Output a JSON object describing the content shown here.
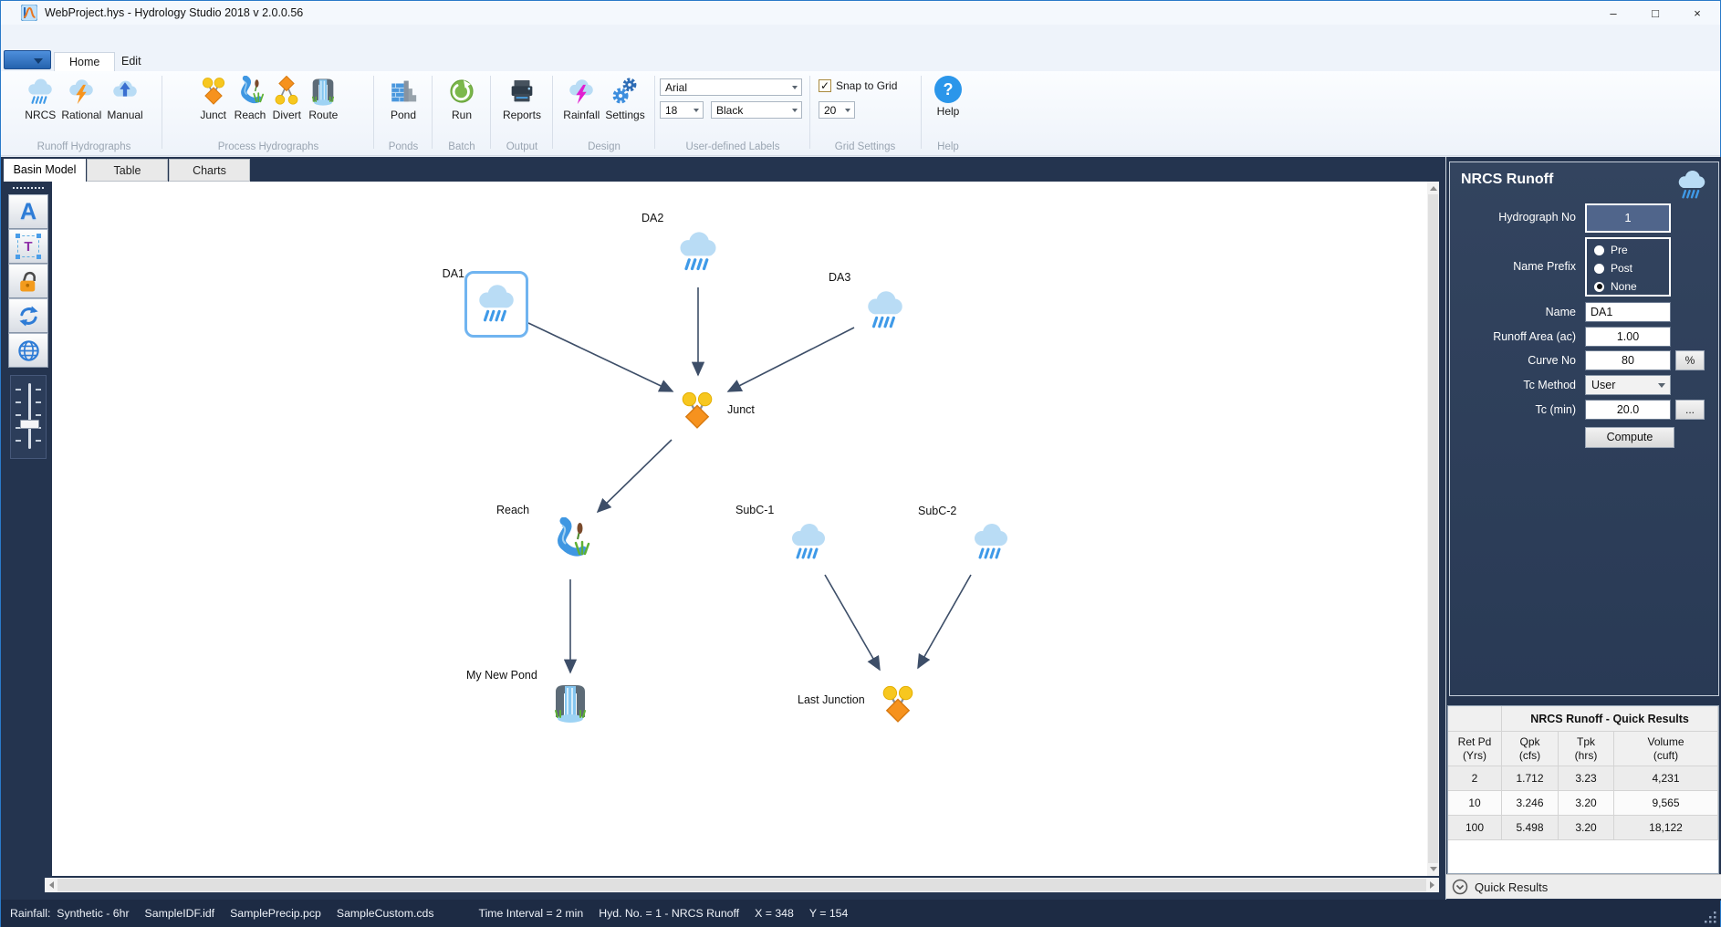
{
  "window": {
    "title": "WebProject.hys - Hydrology Studio 2018 v 2.0.0.56",
    "controls": {
      "minimize": "–",
      "maximize": "□",
      "close": "×"
    }
  },
  "ribbon": {
    "tabs": [
      {
        "label": "Home"
      },
      {
        "label": "Edit"
      }
    ],
    "groups": [
      {
        "label": "Runoff Hydrographs",
        "buttons": [
          {
            "label": "NRCS",
            "icon": "rain-cloud-icon"
          },
          {
            "label": "Rational",
            "icon": "lightning-cloud-icon"
          },
          {
            "label": "Manual",
            "icon": "arrow-up-cloud-icon"
          }
        ]
      },
      {
        "label": "Process Hydrographs",
        "buttons": [
          {
            "label": "Junct",
            "icon": "junction-icon"
          },
          {
            "label": "Reach",
            "icon": "stream-icon"
          },
          {
            "label": "Divert",
            "icon": "divert-icon"
          },
          {
            "label": "Route",
            "icon": "waterfall-icon"
          }
        ]
      },
      {
        "label": "Ponds",
        "buttons": [
          {
            "label": "Pond",
            "icon": "dam-icon"
          }
        ]
      },
      {
        "label": "Batch",
        "buttons": [
          {
            "label": "Run",
            "icon": "run-icon"
          }
        ]
      },
      {
        "label": "Output",
        "buttons": [
          {
            "label": "Reports",
            "icon": "printer-icon"
          }
        ]
      },
      {
        "label": "Design",
        "buttons": [
          {
            "label": "Rainfall",
            "icon": "rainfall-bolt-cloud-icon"
          },
          {
            "label": "Settings",
            "icon": "gears-icon"
          }
        ]
      }
    ],
    "labels_group": {
      "label": "User-defined Labels",
      "font_family": "Arial",
      "font_size": "18",
      "font_color": "Black"
    },
    "grid_group": {
      "label": "Grid Settings",
      "snap_label": "Snap to Grid",
      "snap_checked": true,
      "check_glyph": "✓",
      "grid_size": "20"
    },
    "help_group": {
      "label": "Help",
      "button_label": "Help",
      "icon_glyph": "?"
    }
  },
  "toolbar": {
    "label_tool_glyph": "A",
    "text_tool_glyph": "T"
  },
  "doc_tabs": [
    {
      "label": "Basin Model"
    },
    {
      "label": "Table"
    },
    {
      "label": "Charts"
    }
  ],
  "canvas": {
    "nodes": {
      "da1": {
        "label": "DA1",
        "selected": true
      },
      "da2": {
        "label": "DA2"
      },
      "da3": {
        "label": "DA3"
      },
      "junct": {
        "label": "Junct"
      },
      "reach": {
        "label": "Reach"
      },
      "subc1": {
        "label": "SubC-1"
      },
      "subc2": {
        "label": "SubC-2"
      },
      "pond": {
        "label": "My New Pond"
      },
      "last_junction": {
        "label": "Last Junction"
      }
    }
  },
  "properties": {
    "title": "NRCS Runoff",
    "hydrograph_no": {
      "label": "Hydrograph No",
      "value": "1"
    },
    "name_prefix": {
      "label": "Name Prefix",
      "options": [
        {
          "label": "Pre",
          "selected": false
        },
        {
          "label": "Post",
          "selected": false
        },
        {
          "label": "None",
          "selected": true
        }
      ]
    },
    "name": {
      "label": "Name",
      "value": "DA1"
    },
    "runoff_area": {
      "label": "Runoff Area (ac)",
      "value": "1.00"
    },
    "curve_no": {
      "label": "Curve No",
      "value": "80",
      "button": "%"
    },
    "tc_method": {
      "label": "Tc Method",
      "value": "User"
    },
    "tc_min": {
      "label": "Tc (min)",
      "value": "20.0",
      "button": "..."
    },
    "compute_label": "Compute"
  },
  "quick_results": {
    "title": "NRCS Runoff - Quick Results",
    "columns": [
      [
        "Ret Pd",
        "(Yrs)"
      ],
      [
        "Qpk",
        "(cfs)"
      ],
      [
        "Tpk",
        "(hrs)"
      ],
      [
        "Volume",
        "(cuft)"
      ]
    ],
    "rows": [
      [
        "2",
        "1.712",
        "3.23",
        "4,231"
      ],
      [
        "10",
        "3.246",
        "3.20",
        "9,565"
      ],
      [
        "100",
        "5.498",
        "3.20",
        "18,122"
      ]
    ],
    "expander_label": "Quick Results"
  },
  "status_bar": {
    "items": [
      "Rainfall:  Synthetic - 6hr",
      "SampleIDF.idf",
      "SamplePrecip.pcp",
      "SampleCustom.cds",
      "Time Interval = 2 min",
      "Hyd. No. = 1 - NRCS Runoff",
      "X = 348",
      "Y = 154"
    ]
  },
  "colors": {
    "accent_blue": "#2e7cd6",
    "navy_panel": "#24344f",
    "selection_border": "#70b4f0",
    "arrow": "#3d4e68"
  }
}
